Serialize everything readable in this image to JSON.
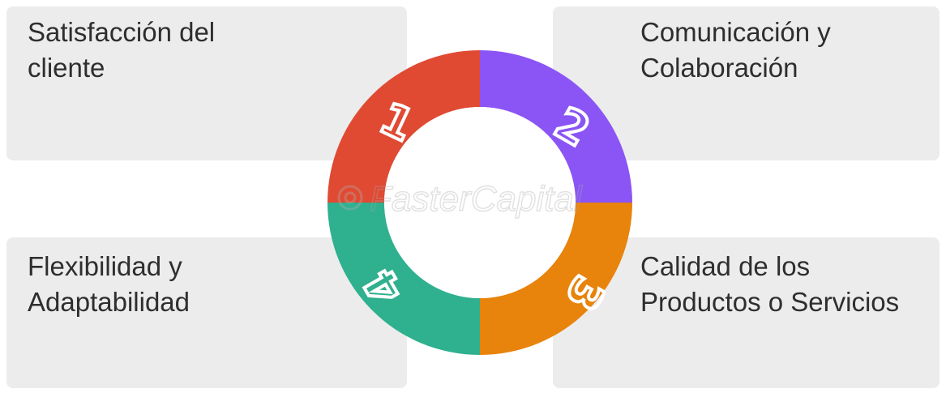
{
  "panels": {
    "top_left": {
      "line1": "Satisfacción del",
      "line2": "cliente"
    },
    "top_right": {
      "line1": "Comunicación y",
      "line2": "Colaboración"
    },
    "bottom_left": {
      "line1": "Flexibilidad y",
      "line2": "Adaptabilidad"
    },
    "bottom_right": {
      "line1": "Calidad de los",
      "line2": "Productos o Servicios"
    }
  },
  "ring": {
    "segments": [
      {
        "number": "1",
        "color": "#e04a33"
      },
      {
        "number": "2",
        "color": "#8b55f5"
      },
      {
        "number": "3",
        "color": "#e8830c"
      },
      {
        "number": "4",
        "color": "#2fb08f"
      }
    ]
  },
  "watermark": "FasterCapital"
}
